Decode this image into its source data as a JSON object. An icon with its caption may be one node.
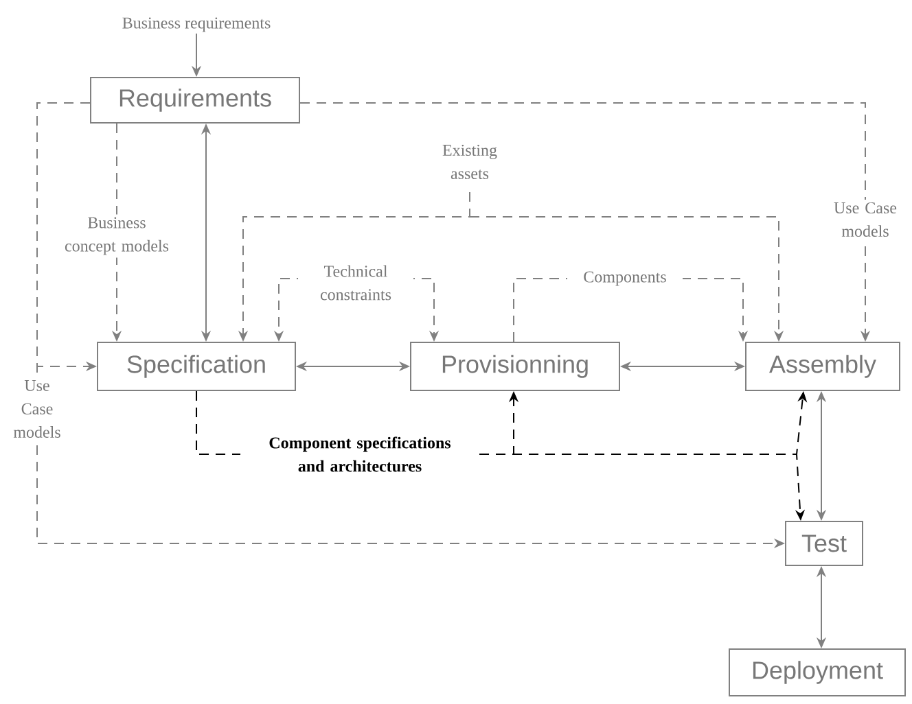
{
  "diagram": {
    "nodes": [
      {
        "text": [
          "Business requirements"
        ]
      },
      {
        "text": [
          "Requirements"
        ]
      },
      {
        "text": [
          "Specification"
        ]
      },
      {
        "text": [
          "Provisionning"
        ]
      },
      {
        "text": [
          "Assembly"
        ]
      },
      {
        "text": [
          "Test"
        ]
      },
      {
        "text": [
          "Deployment"
        ]
      }
    ],
    "edges": [
      {
        "from": 0,
        "to": 1,
        "arrow": "to"
      },
      {
        "from": 1,
        "to": 2,
        "arrow": "both"
      },
      {
        "from": 2,
        "to": 3,
        "arrow": "both"
      },
      {
        "from": 3,
        "to": 4,
        "arrow": "both"
      },
      {
        "from": 4,
        "to": 5,
        "arrow": "both"
      },
      {
        "from": 5,
        "to": 6,
        "arrow": "both"
      },
      {
        "from": 1,
        "to": 2,
        "arrow": "to",
        "style": "dashed",
        "label": "Business concept models"
      },
      {
        "from": 1,
        "to": 2,
        "arrow": "to",
        "style": "dashed",
        "label": "Use Case models"
      },
      {
        "from": 1,
        "to": 5,
        "arrow": "to",
        "style": "dashed"
      },
      {
        "from": 1,
        "to": 4,
        "arrow": "to",
        "style": "dashed",
        "label": "Use Case models"
      },
      {
        "from": null,
        "to": 2,
        "arrow": "to",
        "style": "dashed",
        "label": "Existing assets"
      },
      {
        "from": null,
        "to": 4,
        "arrow": "to",
        "style": "dashed"
      },
      {
        "from": null,
        "to": 2,
        "arrow": "to",
        "style": "dashed",
        "label": "Technical constraints"
      },
      {
        "from": null,
        "to": 3,
        "arrow": "to",
        "style": "dashed"
      },
      {
        "from": 3,
        "to": 4,
        "arrow": "to",
        "style": "dashed",
        "label": "Components"
      },
      {
        "from": 2,
        "to": 3,
        "arrow": "to",
        "style": "dashed",
        "color": "#000000",
        "label": "Component specifications and architectures"
      },
      {
        "from": 2,
        "to": 4,
        "arrow": "to",
        "style": "dashed",
        "color": "#000000"
      },
      {
        "from": 2,
        "to": 5,
        "arrow": "to",
        "style": "dashed",
        "color": "#000000"
      }
    ]
  }
}
